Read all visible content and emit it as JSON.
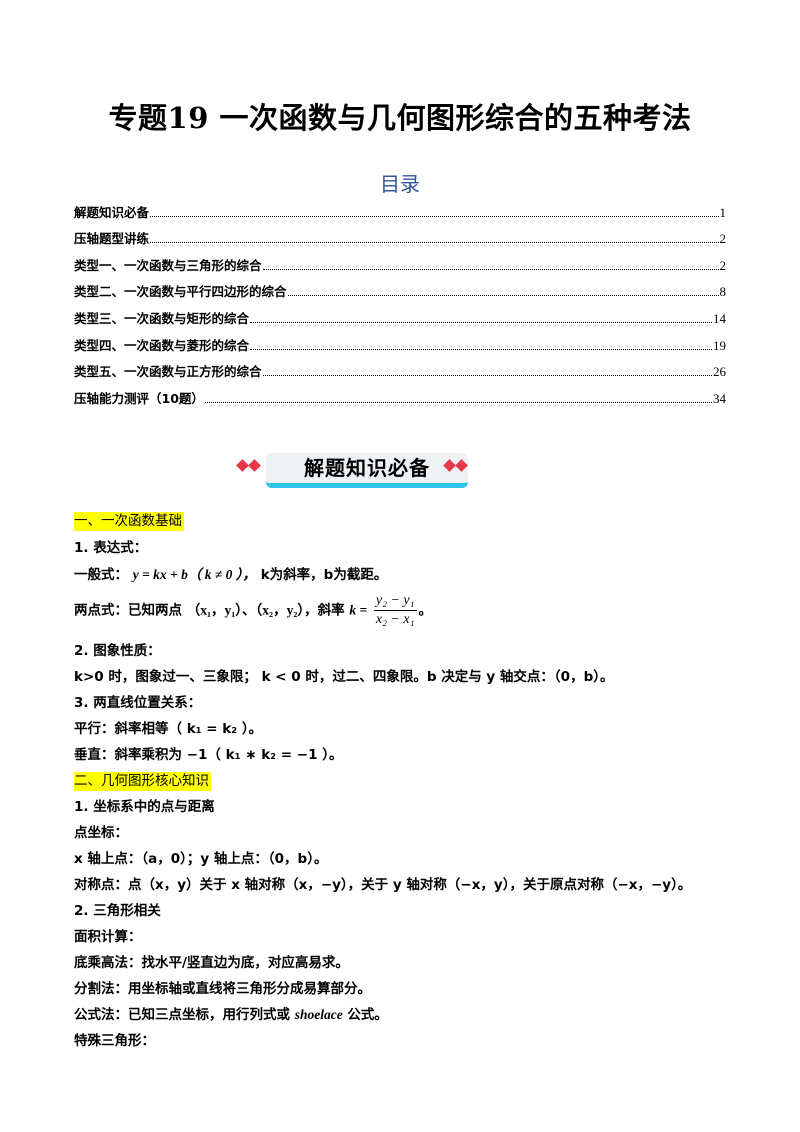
{
  "doc": {
    "title": "专题19  一次函数与几何图形综合的五种考法"
  },
  "toc": {
    "heading": "目录",
    "entries": [
      {
        "label": "解题知识必备",
        "page": "1"
      },
      {
        "label": "压轴题型讲练",
        "page": "2"
      },
      {
        "label": "类型一、一次函数与三角形的综合",
        "page": "2"
      },
      {
        "label": "类型二、一次函数与平行四边形的综合",
        "page": "8"
      },
      {
        "label": "类型三、一次函数与矩形的综合",
        "page": "14"
      },
      {
        "label": "类型四、一次函数与菱形的综合",
        "page": "19"
      },
      {
        "label": "类型五、一次函数与正方形的综合",
        "page": "26"
      },
      {
        "label": "压轴能力测评（10题）",
        "page": "34"
      }
    ]
  },
  "banner": {
    "text": "解题知识必备"
  },
  "content": {
    "section1": "一、一次函数基础",
    "item1": "1. 表达式：",
    "general_label": "一般式：",
    "general_formula": "y = kx + b（ k ≠ 0 ），",
    "general_note": "k为斜率，b为截距。",
    "twopoint_label": "两点式：已知两点",
    "twopoint_points": "（x₁，y₁）、（x₂，y₂），斜率",
    "slope_k": "k =",
    "frac_num": "y₂ − y₁",
    "frac_den": "x₂ − x₁",
    "period": "。",
    "item2": "2. 图象性质：",
    "property": "k>0 时，图象过一、三象限；  k < 0  时，过二、四象限。b 决定与 y 轴交点：（0，b）。",
    "item3": "3.   两直线位置关系：",
    "parallel": "平行：斜率相等（ k₁ = k₂ ）。",
    "perpendicular": "垂直：斜率乘积为 −1（  k₁ ∗ k₂  = −1 ）。",
    "section2": "二、几何图形核心知识",
    "item2_1": "1.  坐标系中的点与距离",
    "point_coords": "点坐标：",
    "axis_points": "x 轴上点：（a，0）；y  轴上点：（0，b）。",
    "symmetric": "对称点：点（x，y）关于 x 轴对称（x，−y），关于 y 轴对称（−x，y），关于原点对称（−x，−y）。",
    "item2_2": "2.  三角形相关",
    "area": "面积计算：",
    "base_height": "底乘高法：找水平/竖直边为底，对应高易求。",
    "split": "分割法：用坐标轴或直线将三角形分成易算部分。",
    "formula_pre": "公式法：已知三点坐标，用行列式或",
    "formula_word": "shoelace",
    "formula_post": "公式。",
    "special": "特殊三角形："
  }
}
